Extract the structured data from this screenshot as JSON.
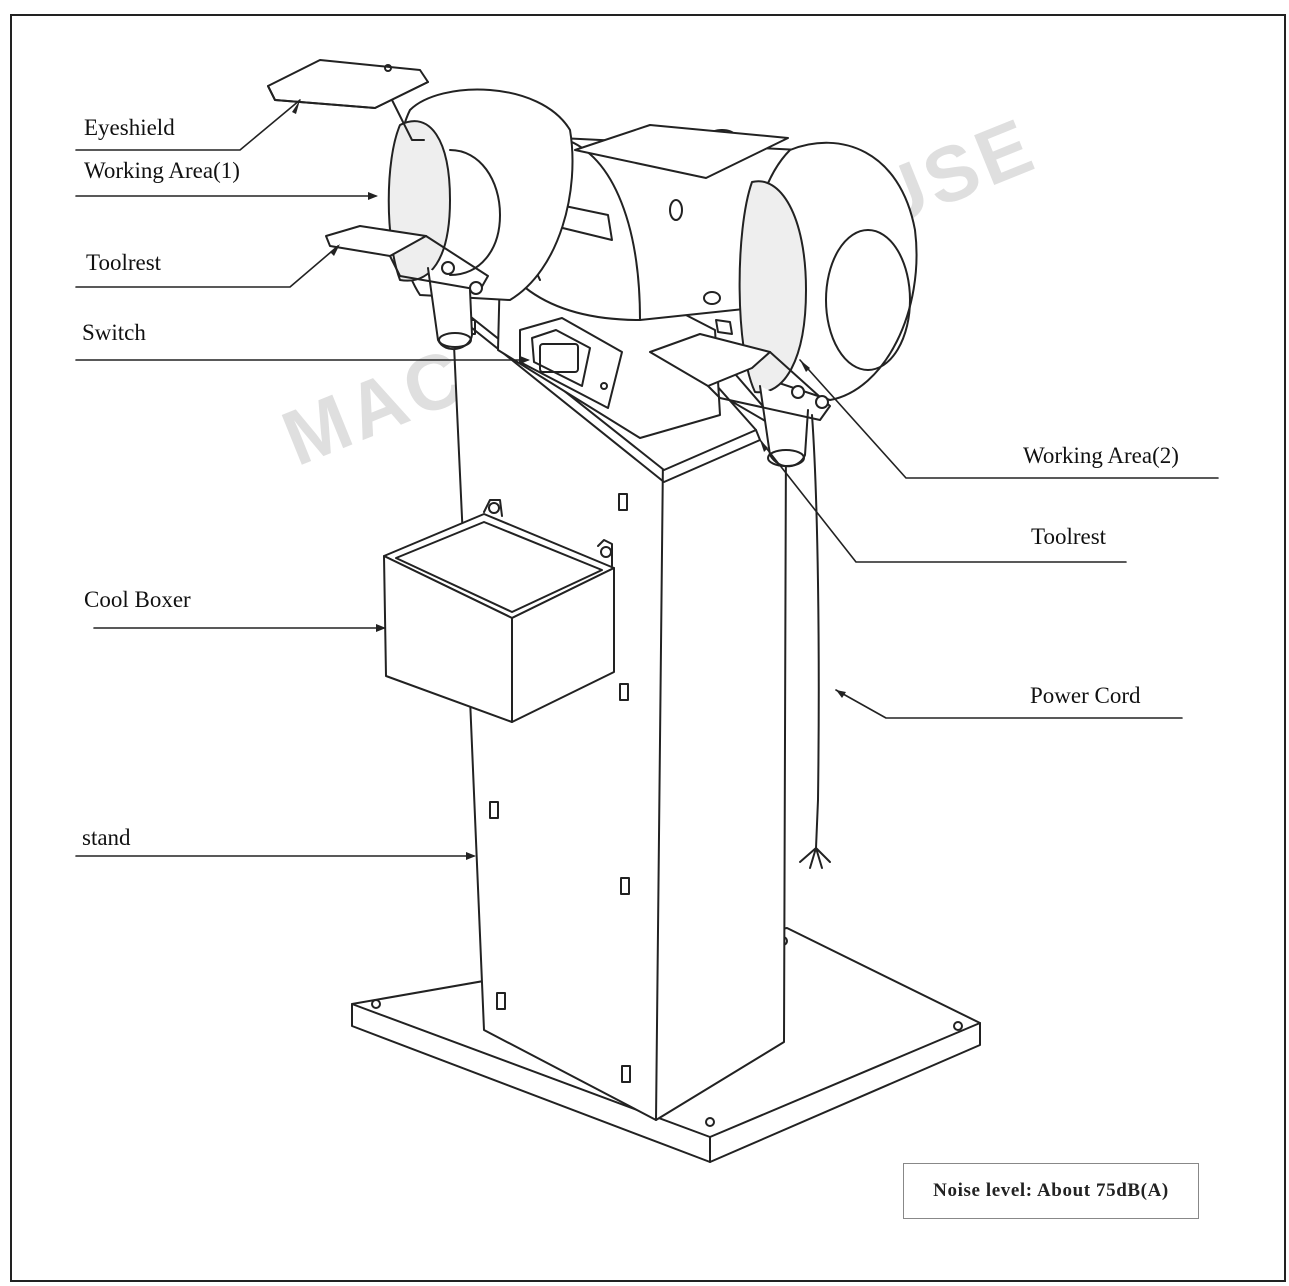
{
  "labels": {
    "eyeshield": "Eyeshield",
    "working_area_1": "Working Area(1)",
    "toolrest_left": "Toolrest",
    "switch": "Switch",
    "working_area_2": "Working Area(2)",
    "toolrest_right": "Toolrest",
    "cool_boxer": "Cool Boxer",
    "power_cord": "Power Cord",
    "stand": "stand"
  },
  "noise_level": "Noise level: About 75dB(A)",
  "watermark": "MACHINERYHOUSE"
}
